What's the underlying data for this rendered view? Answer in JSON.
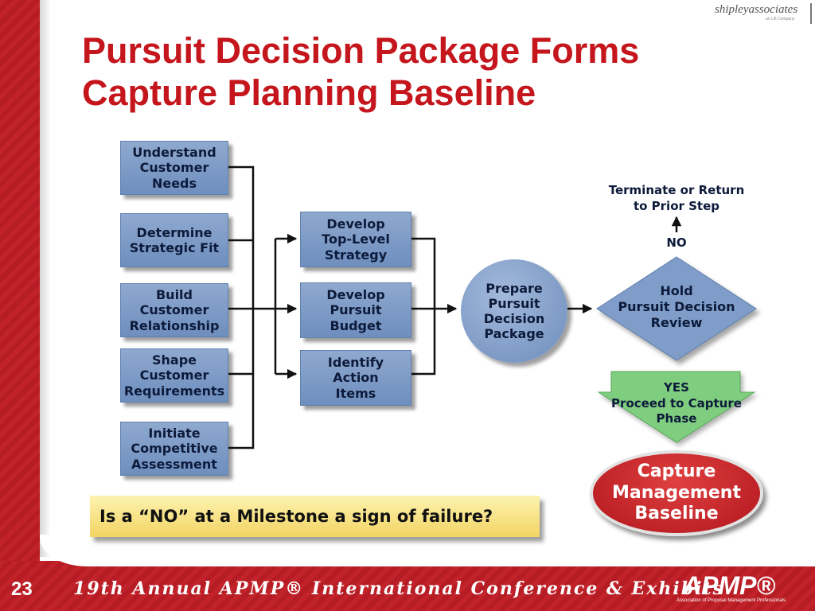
{
  "header": {
    "logo": "shipleyassociates",
    "logo_sub": "an Lift Company",
    "title_line1": "Pursuit Decision Package Forms",
    "title_line2": "Capture Planning Baseline"
  },
  "diagram": {
    "left_column": [
      [
        "Understand",
        "Customer",
        "Needs"
      ],
      [
        "Determine",
        "Strategic Fit"
      ],
      [
        "Build",
        "Customer",
        "Relationship"
      ],
      [
        "Shape",
        "Customer",
        "Requirements"
      ],
      [
        "Initiate",
        "Competitive",
        "Assessment"
      ]
    ],
    "middle_column": [
      [
        "Develop",
        "Top-Level",
        "Strategy"
      ],
      [
        "Develop",
        "Pursuit",
        "Budget"
      ],
      [
        "Identify",
        "Action",
        "Items"
      ]
    ],
    "prepare": [
      "Prepare",
      "Pursuit",
      "Decision",
      "Package"
    ],
    "decision": [
      "Hold",
      "Pursuit Decision",
      "Review"
    ],
    "terminate": [
      "Terminate or Return",
      "to Prior Step"
    ],
    "no_label": "NO",
    "yes": [
      "YES",
      "Proceed to Capture",
      "Phase"
    ],
    "baseline": [
      "Capture",
      "Management",
      "Baseline"
    ]
  },
  "question": "Is a “NO” at a Milestone a sign of failure?",
  "footer": {
    "page_number": "23",
    "conference": "19th Annual APMP® International Conference & Exhibits",
    "apmp": "APMP®",
    "apmp_sub": "Association of Proposal Management Professionals"
  },
  "colors": {
    "accent_red": "#c4161c",
    "box_blue": "#7f9dc8",
    "yes_green": "#7fce7f",
    "question_yellow": "#f7e07a"
  }
}
